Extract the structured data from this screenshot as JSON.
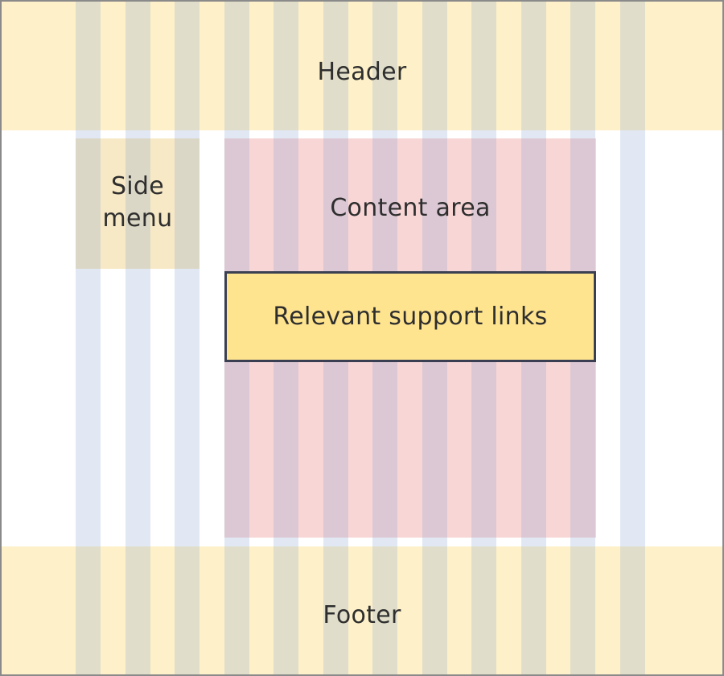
{
  "labels": {
    "header": "Header",
    "side_menu_line1": "Side",
    "side_menu_line2": "menu",
    "content_area": "Content area",
    "support_links": "Relevant support links",
    "footer": "Footer"
  },
  "colors": {
    "header_footer": "#fef1c9",
    "side_menu": "#f8e9c6",
    "content_area": "#f9d6d6",
    "support_box": "#ffe48f",
    "support_box_border": "#3a3f52",
    "grid_column": "#7896cd",
    "text": "#2e2e2e"
  },
  "grid": {
    "column_count": 12
  }
}
